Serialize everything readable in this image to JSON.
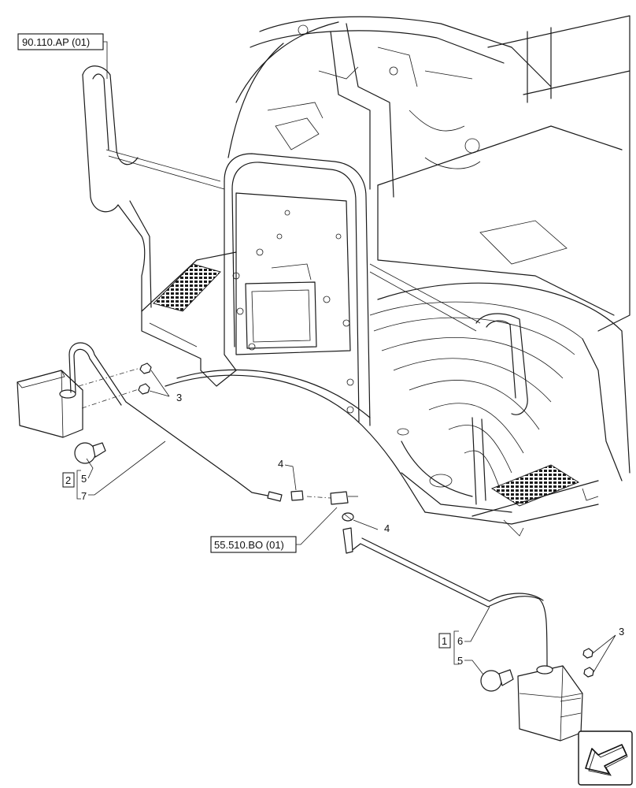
{
  "references": {
    "ref_top": "90.110.AP (01)",
    "ref_mid": "55.510.BO (01)"
  },
  "callouts": {
    "nut_left": "3",
    "nut_right": "3",
    "connector_top": "4",
    "connector_bottom": "4",
    "box_left": "2",
    "bulb_left": "5",
    "harness_left": "7",
    "box_right": "1",
    "harness_right": "6",
    "bulb_right": "5"
  },
  "icons": {
    "nav_arrow": "arrow-down-left-icon"
  }
}
